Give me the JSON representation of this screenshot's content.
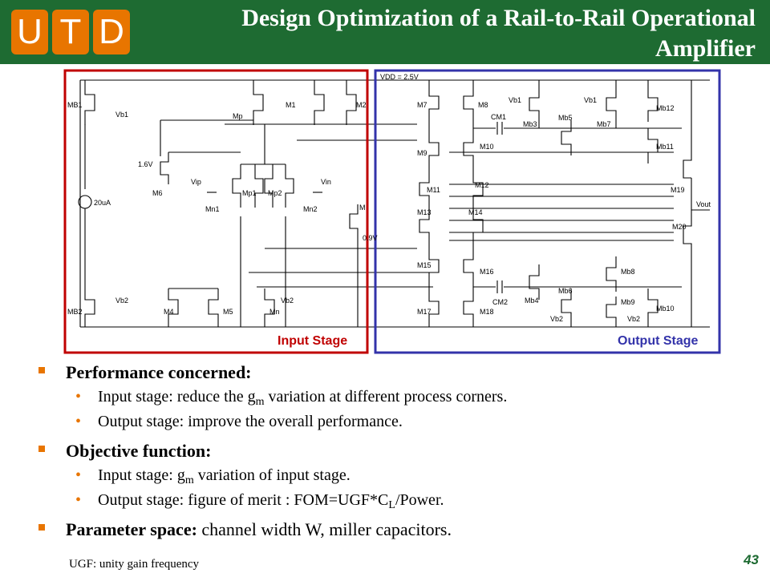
{
  "header": {
    "logo_letters": [
      "U",
      "T",
      "D"
    ],
    "title_line1": "Design Optimization of a Rail-to-Rail Operational",
    "title_line2": "Amplifier",
    "bg_color": "#1e6b32",
    "logo_color": "#e87500"
  },
  "circuit": {
    "vdd_label": "VDD = 2.5V",
    "input_stage_label": "Input Stage",
    "output_stage_label": "Output Stage",
    "input_box_color": "#c00000",
    "output_box_color": "#3333aa",
    "labels": {
      "mb1": "MB1",
      "vb1_left": "Vb1",
      "mp": "Mp",
      "m1": "M1",
      "m2": "M2",
      "v16": "1.6V",
      "m6": "M6",
      "vip": "Vip",
      "mp1": "Mp1",
      "mp2": "Mp2",
      "vin": "Vin",
      "mn1": "Mn1",
      "mn2": "Mn2",
      "i20": "20uA",
      "m_cut": "M",
      "v09": "0.9V",
      "vb2_left": "Vb2",
      "mb2": "MB2",
      "m4": "M4",
      "m5": "M5",
      "mn": "Mn",
      "vb2_mid": "Vb2",
      "m7": "M7",
      "m8": "M8",
      "cm1": "CM1",
      "vb1_a": "Vb1",
      "mb3": "Mb3",
      "mb5": "Mb5",
      "vb1_b": "Vb1",
      "mb7": "Mb7",
      "mb12": "Mb12",
      "m9": "M9",
      "m10": "M10",
      "mb11": "Mb11",
      "m11": "M11",
      "m12": "M12",
      "m19": "M19",
      "m13": "M13",
      "m14": "M14",
      "vout": "Vout",
      "m20": "M20",
      "m15": "M15",
      "m16": "M16",
      "mb8": "Mb8",
      "mb6": "Mb6",
      "mb4": "Mb4",
      "mb9": "Mb9",
      "m17": "M17",
      "m18": "M18",
      "cm2": "CM2",
      "vb2_a": "Vb2",
      "vb2_b": "Vb2",
      "mb10": "Mb10"
    }
  },
  "bullets": {
    "b1_title": "Performance concerned:",
    "b1_s1_pre": "Input stage: reduce the g",
    "b1_s1_sub": "m",
    "b1_s1_post": " variation at different process corners.",
    "b1_s2": "Output stage: improve the overall performance.",
    "b2_title": "Objective function:",
    "b2_s1_pre": "Input stage: g",
    "b2_s1_sub": "m",
    "b2_s1_post": " variation of input stage.",
    "b2_s2_pre": "Output stage: figure of merit : FOM=UGF*C",
    "b2_s2_sub": "L",
    "b2_s2_post": "/Power.",
    "b3_title": "Parameter space:",
    "b3_text": " channel width W, miller capacitors."
  },
  "footnote": "UGF: unity gain frequency",
  "page_number": "43"
}
